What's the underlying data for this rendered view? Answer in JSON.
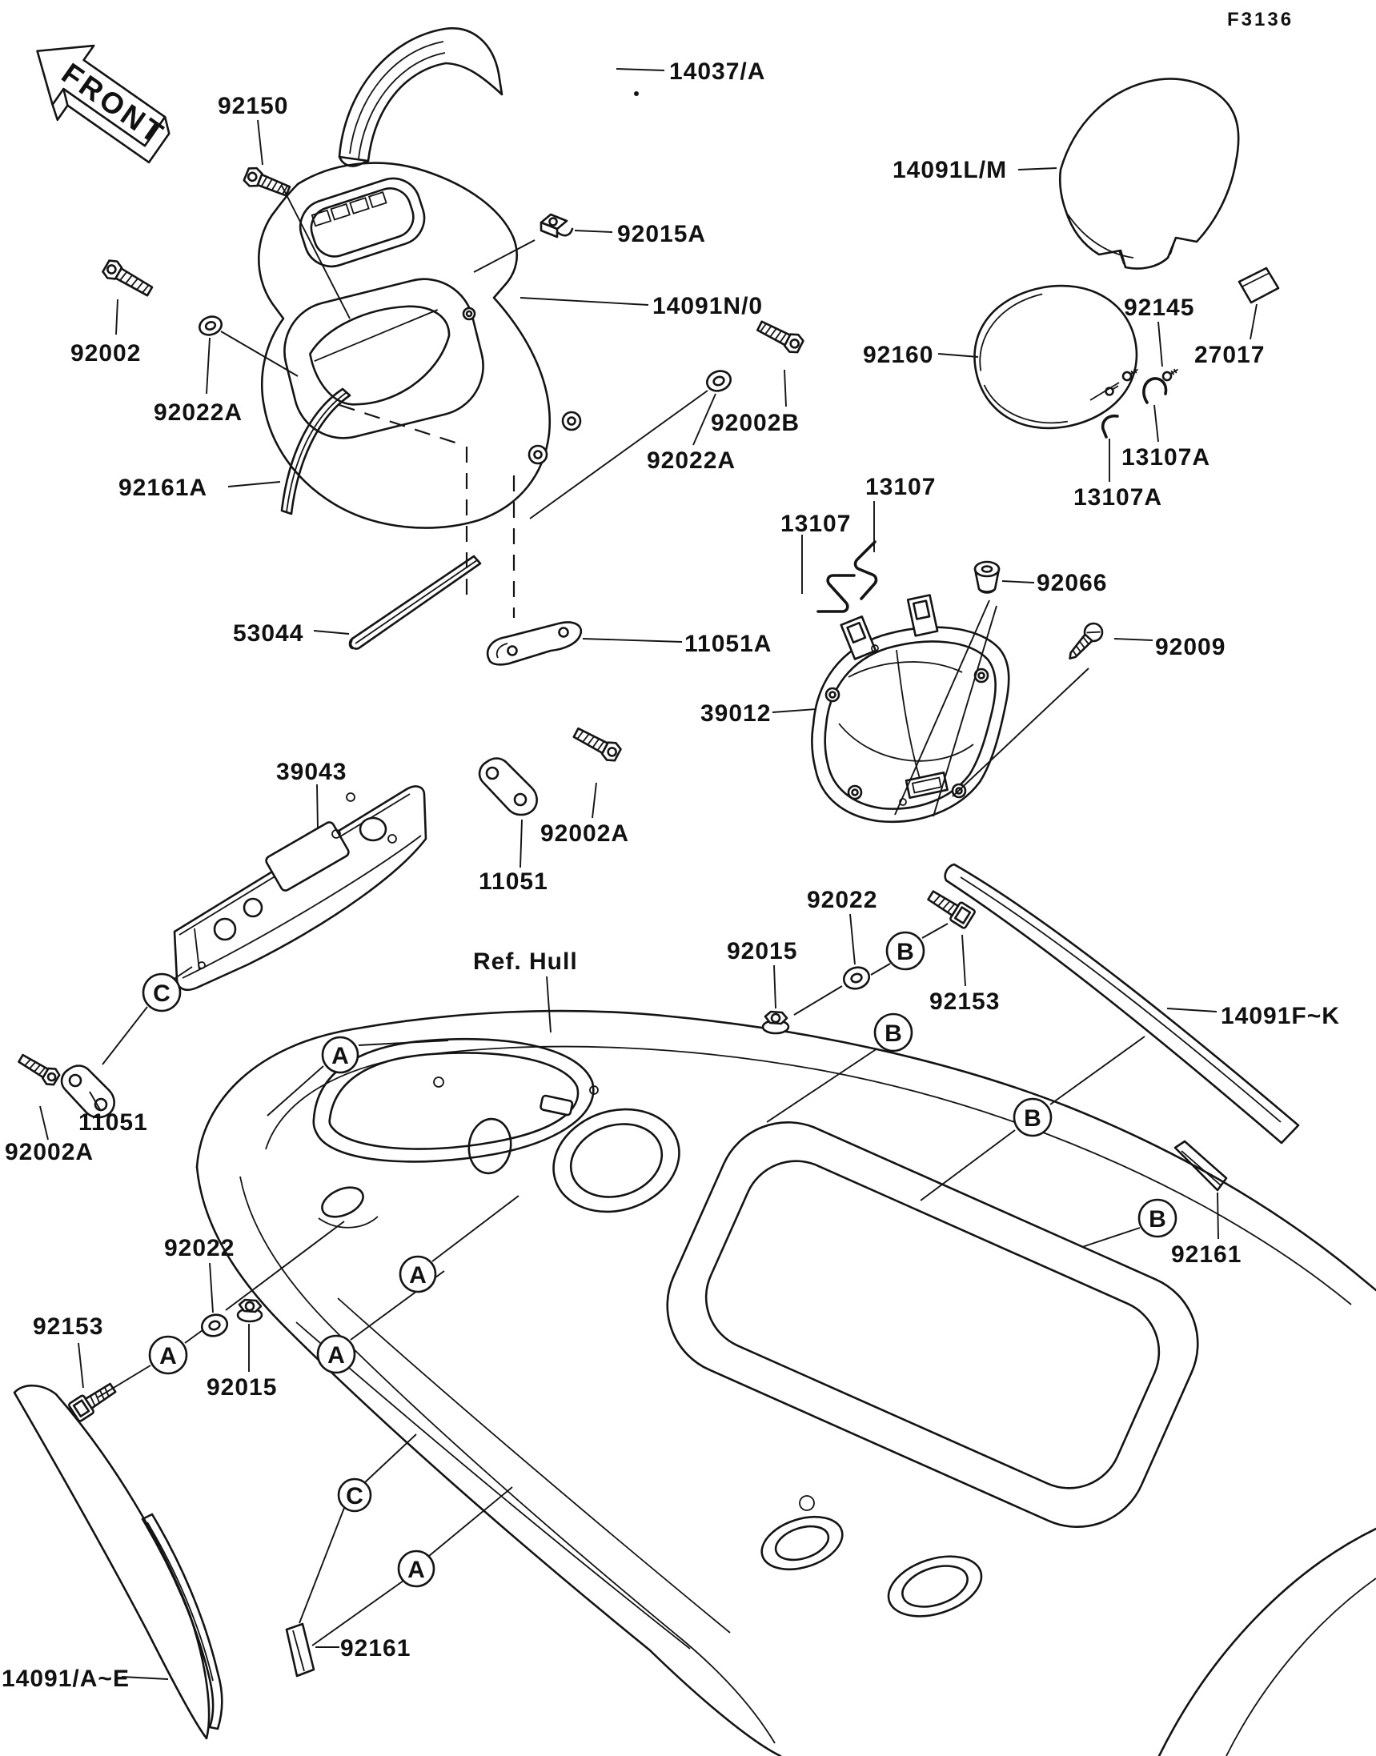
{
  "figure": {
    "code": "F3136",
    "front": "FRONT",
    "ref_hull": "Ref. Hull",
    "ink_color": "#141414",
    "paper_color": "#ffffff"
  },
  "labels": [
    {
      "id": "92150",
      "text": "92150"
    },
    {
      "id": "14037A",
      "text": "14037/A"
    },
    {
      "id": "92015A",
      "text": "92015A"
    },
    {
      "id": "14091N0",
      "text": "14091N/0"
    },
    {
      "id": "14091LM",
      "text": "14091L/M"
    },
    {
      "id": "92145",
      "text": "92145"
    },
    {
      "id": "27017",
      "text": "27017"
    },
    {
      "id": "92160",
      "text": "92160"
    },
    {
      "id": "92002",
      "text": "92002"
    },
    {
      "id": "92022A-left",
      "text": "92022A"
    },
    {
      "id": "92002B",
      "text": "92002B"
    },
    {
      "id": "92022A-mid",
      "text": "92022A"
    },
    {
      "id": "92161A",
      "text": "92161A"
    },
    {
      "id": "13107-upper",
      "text": "13107"
    },
    {
      "id": "13107-lower",
      "text": "13107"
    },
    {
      "id": "13107A-right",
      "text": "13107A"
    },
    {
      "id": "13107A-left",
      "text": "13107A"
    },
    {
      "id": "92066",
      "text": "92066"
    },
    {
      "id": "92009",
      "text": "92009"
    },
    {
      "id": "53044",
      "text": "53044"
    },
    {
      "id": "11051A",
      "text": "11051A"
    },
    {
      "id": "39012",
      "text": "39012"
    },
    {
      "id": "39043",
      "text": "39043"
    },
    {
      "id": "92002A-mid",
      "text": "92002A"
    },
    {
      "id": "11051-mid",
      "text": "11051"
    },
    {
      "id": "92022-right",
      "text": "92022"
    },
    {
      "id": "92015-right",
      "text": "92015"
    },
    {
      "id": "92153-right",
      "text": "92153"
    },
    {
      "id": "14091FK",
      "text": "14091F~K"
    },
    {
      "id": "92161-right",
      "text": "92161"
    },
    {
      "id": "92022-bottomleft",
      "text": "92022"
    },
    {
      "id": "92153-bottomleft",
      "text": "92153"
    },
    {
      "id": "92015-bottomleft",
      "text": "92015"
    },
    {
      "id": "11051-left",
      "text": "11051"
    },
    {
      "id": "92002A-left",
      "text": "92002A"
    },
    {
      "id": "14091AE",
      "text": "14091/A~E"
    },
    {
      "id": "92161-bottom",
      "text": "92161"
    }
  ],
  "callout_letters": {
    "a": "A",
    "b": "B",
    "c": "C"
  }
}
